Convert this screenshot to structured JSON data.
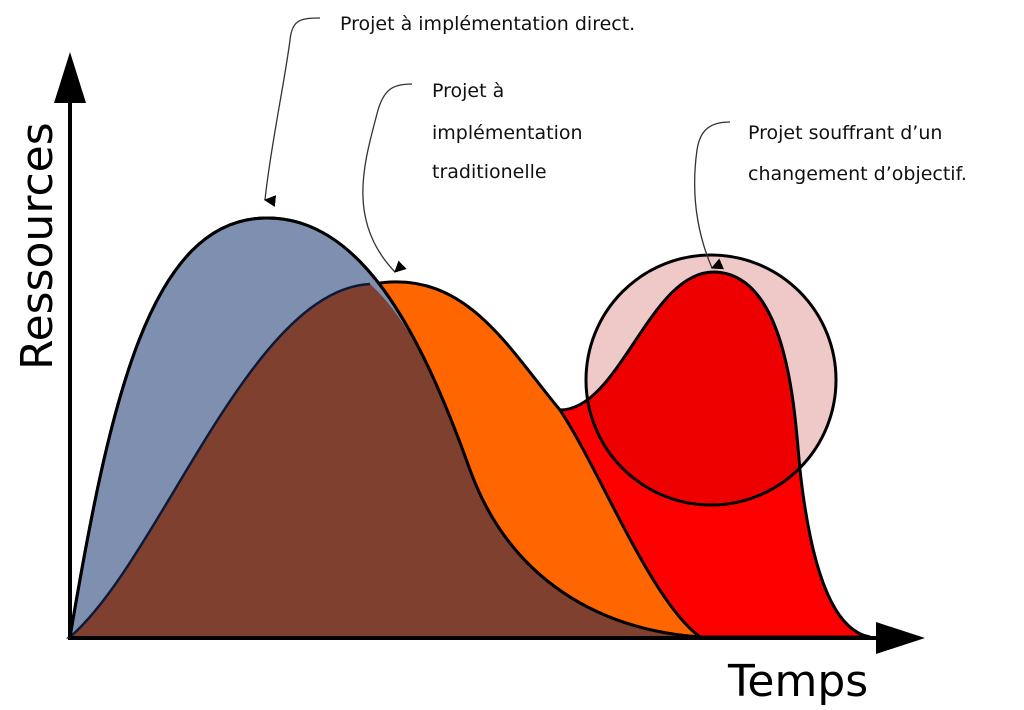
{
  "diagram": {
    "type": "conceptual-area-diagram",
    "axes": {
      "x_label": "Temps",
      "y_label": "Ressources"
    },
    "annotations": [
      {
        "id": "direct",
        "lines": [
          "Projet à implémentation direct."
        ],
        "points_to": "peak of blue curve"
      },
      {
        "id": "traditional",
        "lines": [
          "Projet à",
          "implémentation",
          "traditionelle"
        ],
        "points_to": "peak of brown/orange curve"
      },
      {
        "id": "objective-change",
        "lines": [
          "Projet souffrant d’un",
          "changement d’objectif."
        ],
        "points_to": "second peak of red curve (highlighted circle)"
      }
    ],
    "curves": [
      {
        "name": "Projet à implémentation direct",
        "fill": "#7f8fb0",
        "shape": "early tall peak, decays to zero mid-way"
      },
      {
        "name": "Projet à implémentation traditionelle",
        "fill": "#7f4030",
        "overflow_fill": "#ff6600",
        "shape": "later, wider peak"
      },
      {
        "name": "Projet souffrant d’un changement d’objectif",
        "fill": "#ff0000",
        "shape": "follows traditional curve then rises to a second peak"
      }
    ],
    "highlight_circle": {
      "fill": "#efc8c8",
      "stroke": "#000000"
    },
    "colors": {
      "blue": "#7f8fb0",
      "brown": "#7f4030",
      "orange": "#ff6600",
      "red": "#ff0000",
      "red_in_circle": "#ee0000",
      "circle_pink": "#efc8c8",
      "axis": "#000000"
    }
  }
}
